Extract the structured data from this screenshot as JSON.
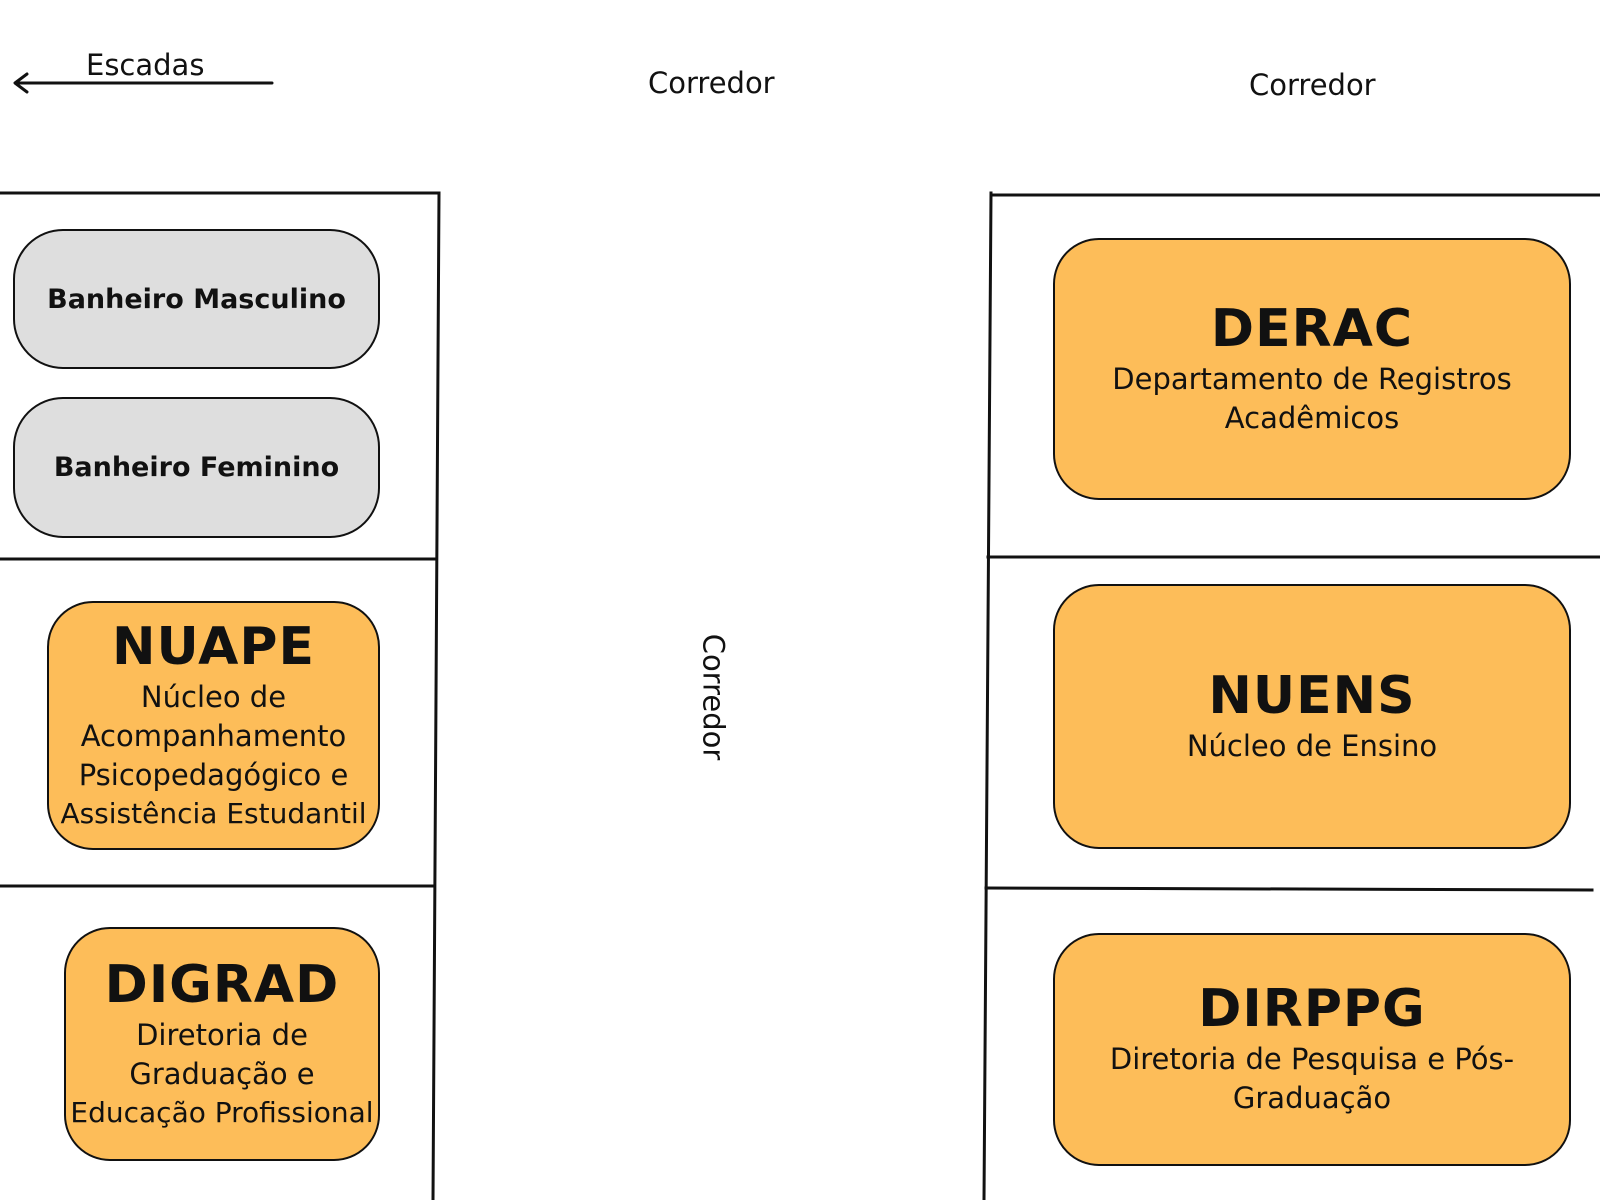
{
  "labels": {
    "stairs": "Escadas",
    "corridor_top_center": "Corredor",
    "corridor_top_right": "Corredor",
    "corridor_vertical": "Corredor"
  },
  "rooms": {
    "banheiro_masculino": {
      "name": "Banheiro Masculino"
    },
    "banheiro_feminino": {
      "name": "Banheiro Feminino"
    },
    "nuape": {
      "code": "NUAPE",
      "desc": [
        "Núcleo de",
        "Acompanhamento",
        "Psicopedagógico e",
        "Assistência Estudantil"
      ]
    },
    "digrad": {
      "code": "DIGRAD",
      "desc": [
        "Diretoria de",
        "Graduação e",
        "Educação Profissional"
      ]
    },
    "derac": {
      "code": "DERAC",
      "desc": [
        "Departamento de Registros",
        "Acadêmicos"
      ]
    },
    "nuens": {
      "code": "NUENS",
      "desc": [
        "Núcleo de Ensino"
      ]
    },
    "dirppg": {
      "code": "DIRPPG",
      "desc": [
        "Diretoria de Pesquisa e Pós-",
        "Graduação"
      ]
    }
  },
  "colors": {
    "office_fill": "#fdbd59",
    "restroom_fill": "#dedede",
    "line": "#111111",
    "background": "#ffffff"
  }
}
